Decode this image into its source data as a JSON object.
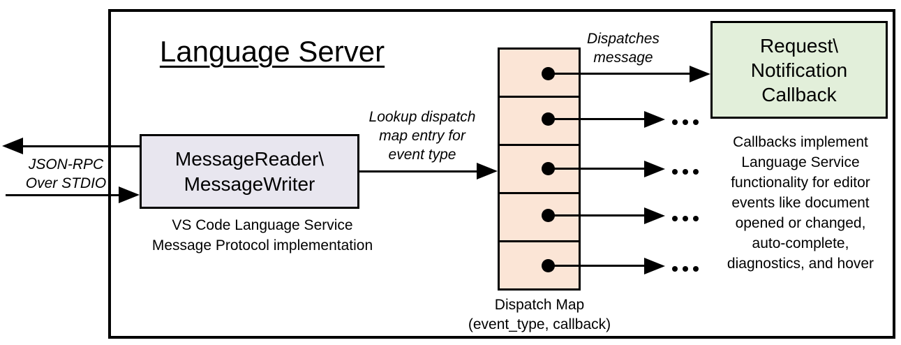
{
  "title": "Language Server",
  "stdio_label": [
    "JSON-RPC",
    "Over STDIO"
  ],
  "message_reader_box": {
    "label": [
      "MessageReader\\",
      "MessageWriter"
    ],
    "caption": [
      "VS Code Language Service",
      "Message Protocol implementation"
    ]
  },
  "lookup_label": [
    "Lookup dispatch",
    "map entry for",
    "event type"
  ],
  "dispatches_label": [
    "Dispatches",
    "message"
  ],
  "callback_box": {
    "label": [
      "Request\\",
      "Notification",
      "Callback"
    ]
  },
  "callbacks_note": [
    "Callbacks implement",
    "Language Service",
    "functionality for editor",
    "events like document",
    "opened or changed,",
    "auto-complete,",
    "diagnostics, and hover"
  ],
  "dispatch_map": {
    "caption": [
      "Dispatch Map",
      "(event_type, callback)"
    ],
    "cell_count": 5,
    "ellipsis_icon": "..."
  },
  "colors": {
    "message_reader_fill": "#E8E6EF",
    "dispatch_cell_fill": "#FBE5D6",
    "callback_fill": "#E2EFDA",
    "line": "#000000",
    "background": "#FFFFFF"
  }
}
